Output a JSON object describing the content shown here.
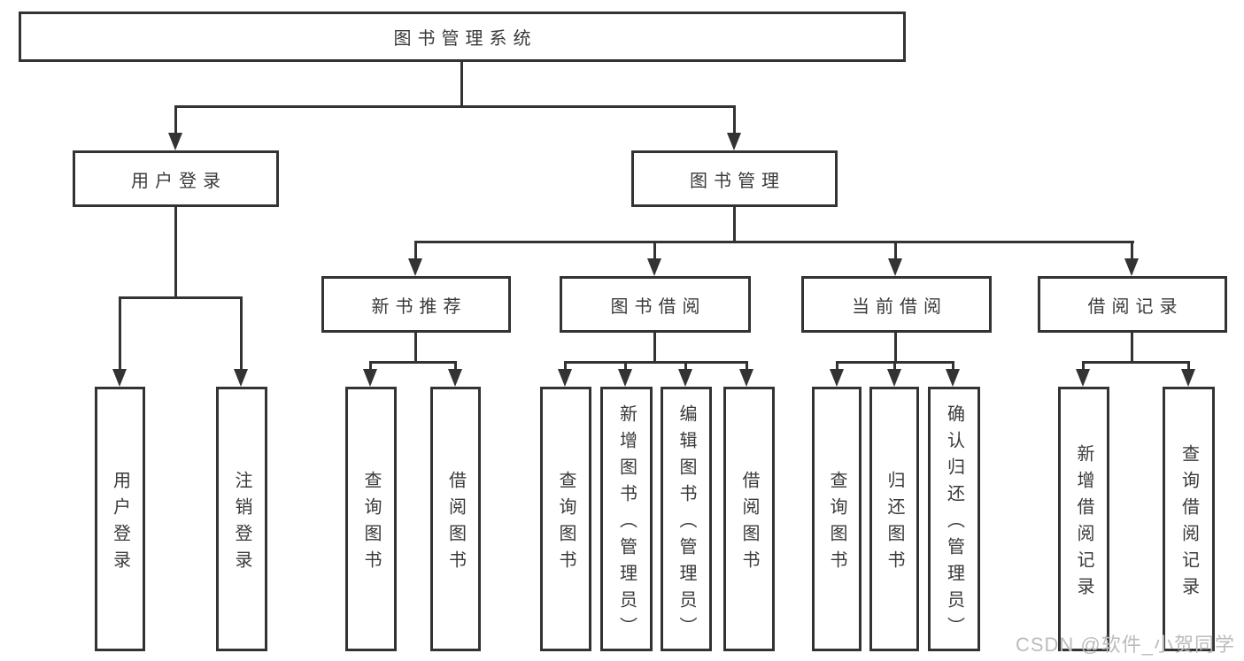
{
  "tree": {
    "label": "图书管理系统",
    "children": [
      {
        "label": "用户登录",
        "children": [
          {
            "label": "用户登录"
          },
          {
            "label": "注销登录"
          }
        ]
      },
      {
        "label": "图书管理",
        "children": [
          {
            "label": "新书推荐",
            "children": [
              {
                "label": "查询图书"
              },
              {
                "label": "借阅图书"
              }
            ]
          },
          {
            "label": "图书借阅",
            "children": [
              {
                "label": "查询图书"
              },
              {
                "label": "新增图书（管理员）"
              },
              {
                "label": "编辑图书（管理员）"
              },
              {
                "label": "借阅图书"
              }
            ]
          },
          {
            "label": "当前借阅",
            "children": [
              {
                "label": "查询图书"
              },
              {
                "label": "归还图书"
              },
              {
                "label": "确认归还（管理员）"
              }
            ]
          },
          {
            "label": "借阅记录",
            "children": [
              {
                "label": "新增借阅记录"
              },
              {
                "label": "查询借阅记录"
              }
            ]
          }
        ]
      }
    ]
  },
  "watermark": "CSDN @软件_小贺同学",
  "colors": {
    "line": "#333333",
    "text": "#3a3a3a",
    "watermark": "#bcbcbc",
    "background": "#ffffff"
  }
}
